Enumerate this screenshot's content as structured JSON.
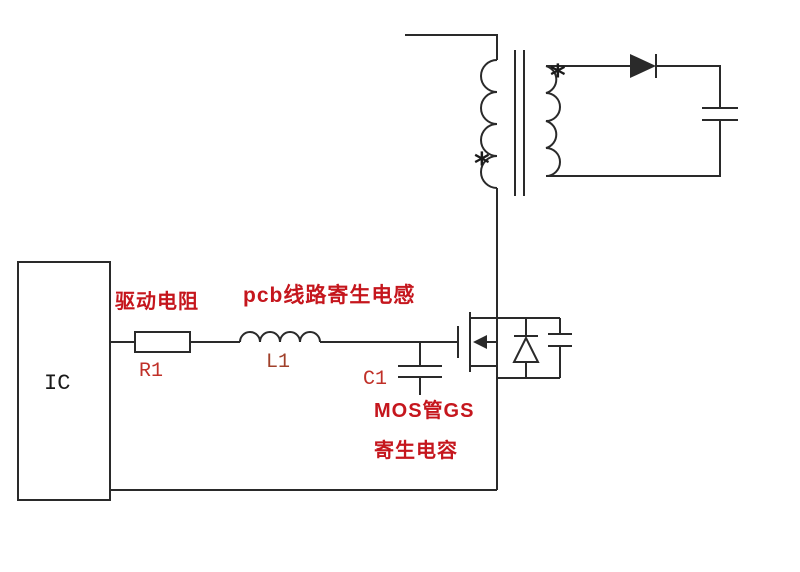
{
  "diagram": {
    "title_hint": "MOSFET gate drive parasitics schematic",
    "ic_label": "IC",
    "labels": {
      "drive_resistor": "驱动电阻",
      "r1": "R1",
      "pcb_parasitic_inductance": "pcb线路寄生电感",
      "l1": "L1",
      "c1": "C1",
      "mos_gs_line1": "MOS管GS",
      "mos_gs_line2": "寄生电容"
    },
    "transformer": {
      "primary_polarity_mark": "*",
      "secondary_polarity_mark": "*"
    },
    "colors": {
      "annotation_red": "#c5161d",
      "component_ref_red": "#c03028",
      "inductor_ref_red": "#a0402a",
      "wire_black": "#2a2a2a",
      "background": "#ffffff"
    }
  }
}
